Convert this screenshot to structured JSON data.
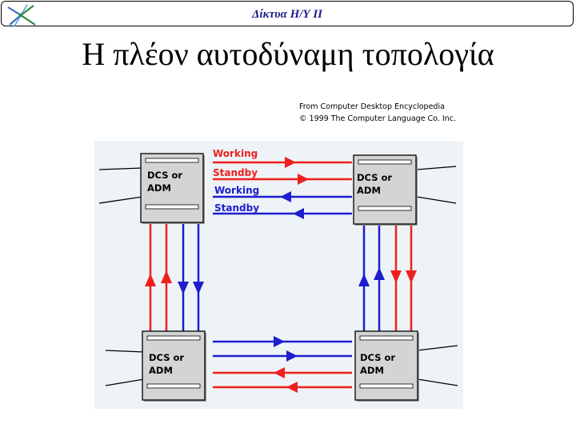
{
  "header": {
    "title": "Δίκτυα Η/Υ ΙΙ",
    "logo_icon": "star-logo-icon"
  },
  "slide": {
    "title": "Η πλέον αυτοδύναμη τοπολογία"
  },
  "credit": {
    "line1": "From Computer Desktop Encyclopedia",
    "line2": "© 1999 The Computer Language Co. Inc."
  },
  "diagram": {
    "background": "#eef3f7",
    "colors": {
      "red": "#ef1f1f",
      "blue": "#1d1ecf",
      "box": "#d4d4d4"
    },
    "nodes": [
      {
        "id": "top-left",
        "label1": "DCS or",
        "label2": "ADM"
      },
      {
        "id": "top-right",
        "label1": "DCS or",
        "label2": "ADM"
      },
      {
        "id": "bottom-left",
        "label1": "DCS or",
        "label2": "ADM"
      },
      {
        "id": "bottom-right",
        "label1": "DCS or",
        "label2": "ADM"
      }
    ],
    "line_labels": [
      {
        "text": "Working",
        "color": "red"
      },
      {
        "text": "Standby",
        "color": "red"
      },
      {
        "text": "Working",
        "color": "blue"
      },
      {
        "text": "Standby",
        "color": "blue"
      }
    ]
  }
}
